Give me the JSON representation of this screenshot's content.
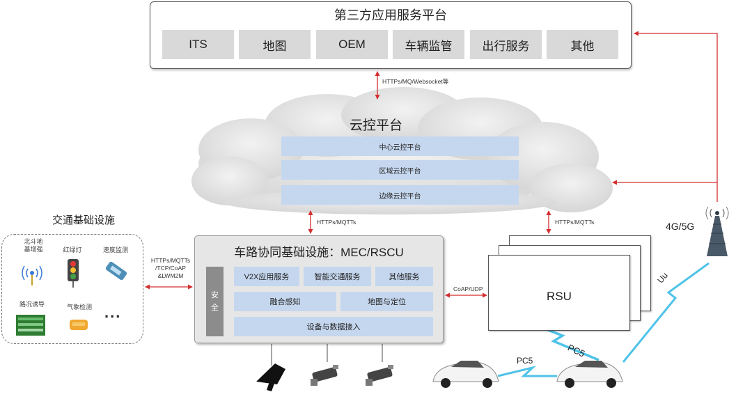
{
  "top_platform": {
    "title": "第三方应用服务平台",
    "apps": [
      "ITS",
      "地图",
      "OEM",
      "车辆监管",
      "出行服务",
      "其他"
    ]
  },
  "protocols": {
    "top_cloud": "HTTPs/MQ/Websocket等",
    "cloud_mec": "HTTPs/MQTTs",
    "cloud_rsu": "HTTPs/MQTTs",
    "traffic_mec": [
      "HTTPs/MQTTs",
      "/TCP/CoAP",
      "&LWM2M"
    ],
    "mec_rsu": "CoAP/UDP"
  },
  "cloud": {
    "title": "云控平台",
    "layers": [
      "中心云控平台",
      "区域云控平台",
      "边缘云控平台"
    ]
  },
  "traffic": {
    "title": "交通基础设施",
    "items": {
      "beidou": [
        "北斗地",
        "基增强"
      ],
      "traffic_light": "红绿灯",
      "speed": "速度监测",
      "road_guidance": "路况诱导",
      "weather": "气象检测",
      "more": "..."
    }
  },
  "mec": {
    "title": "车路协同基础设施：MEC/RSCU",
    "security": [
      "安",
      "全"
    ],
    "row1": [
      "V2X应用服务",
      "智能交通服务",
      "其他服务"
    ],
    "row2": [
      "融合感知",
      "地图与定位"
    ],
    "row3": "设备与数据接入"
  },
  "rsu": {
    "label": "RSU"
  },
  "network": {
    "label": "4G/5G",
    "uu": "Uu"
  },
  "pc5": {
    "label_a": "PC5",
    "label_b": "PC5"
  },
  "colors": {
    "arrow": "#d32f2f",
    "cell_gray": "#d9d9d9",
    "cell_blue": "#c5d7ee",
    "cloud": "#dcdcdc",
    "lightning": "#4fc3e8"
  }
}
